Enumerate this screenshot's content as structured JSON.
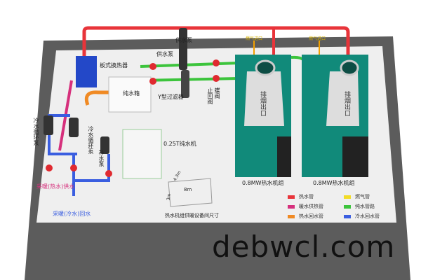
{
  "labels": {
    "supply_pump_top": "供水泵",
    "supply_pump": "供水泵",
    "plate_heat_exchanger": "板式换热器",
    "pure_water_tank": "纯水箱",
    "y_filter": "Y型过滤器",
    "check_valve": "止回阀",
    "butterfly_valve": "蝶阀",
    "cold_circ_pump_left": "冷水循环泵",
    "cold_circ_pump_right": "冷水循环泵",
    "makeup_pump": "补水泵",
    "pure_water_machine": "0.25T纯水机",
    "heating_supply": "采暖(热水)供水",
    "heating_return": "采暖(冷水)回水",
    "room_size_caption": "热水机组供暖设备间尺寸",
    "dim_width": "8m",
    "dim_depth": "4.3m",
    "dim_height": "3m",
    "boiler1": "0.8MW热水机组",
    "boiler2": "0.8MW热水机组",
    "smoke_outlet": "排烟出口",
    "gas_inlet": "燃气进口"
  },
  "legend": [
    {
      "label": "热水管",
      "color": "#e8343a"
    },
    {
      "label": "燃气管",
      "color": "#f2dc27"
    },
    {
      "label": "暖水供热管",
      "color": "#d6307c"
    },
    {
      "label": "纯水管路",
      "color": "#3cc43c"
    },
    {
      "label": "热水回水管",
      "color": "#f08a24"
    },
    {
      "label": "冷水回水管",
      "color": "#3a5ee0"
    }
  ],
  "watermark": "debwcl.com"
}
